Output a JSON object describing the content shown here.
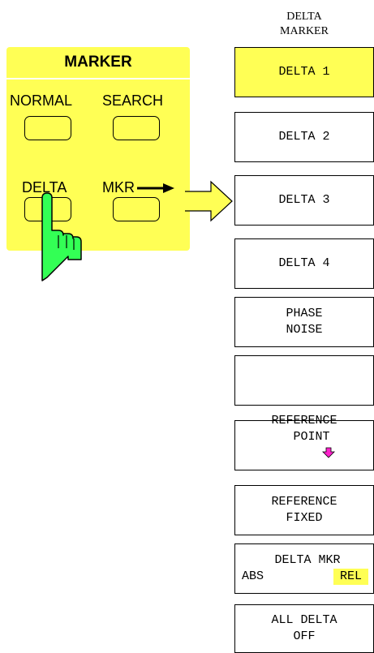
{
  "panel": {
    "title": "MARKER",
    "keys": {
      "normal": "NORMAL",
      "search": "SEARCH",
      "delta": "DELTA",
      "mkr": "MKR"
    }
  },
  "menu": {
    "title_line1": "DELTA",
    "title_line2": "MARKER",
    "softkeys": {
      "delta1": "DELTA 1",
      "delta2": "DELTA 2",
      "delta3": "DELTA 3",
      "delta4": "DELTA 4",
      "phase_noise_line1": "PHASE",
      "phase_noise_line2": "NOISE",
      "blank": "",
      "ref_point_line1": "REFERENCE",
      "ref_point_line2": "POINT",
      "ref_fixed_line1": "REFERENCE",
      "ref_fixed_line2": "FIXED",
      "delta_mkr_line1": "DELTA MKR",
      "delta_mkr_abs": "ABS",
      "delta_mkr_rel": "REL",
      "all_delta_line1": "ALL DELTA",
      "all_delta_line2": "OFF"
    }
  },
  "colors": {
    "panel_yellow": "#ffff55",
    "hand_green": "#33ff55",
    "pointer_magenta": "#ff22cc"
  }
}
